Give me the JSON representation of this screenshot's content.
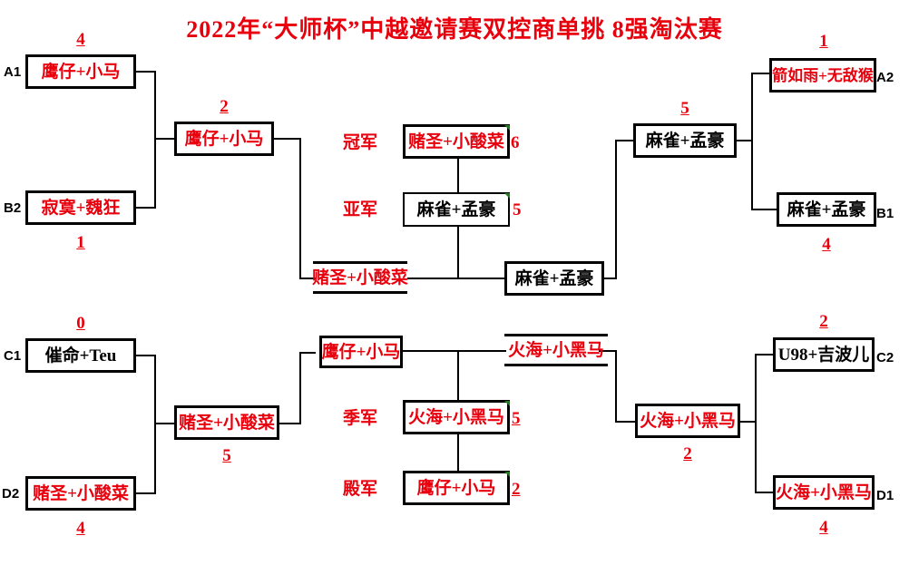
{
  "title": "2022年“大师杯”中越邀请赛双控商单挑  8强淘汰赛",
  "colors": {
    "red": "#e8000d",
    "black": "#000000",
    "green_tick": "#1f7a1f",
    "background": "#ffffff"
  },
  "ranks": {
    "champion": "冠军",
    "runner_up": "亚军",
    "third": "季军",
    "fourth": "殿军"
  },
  "left_bracket": {
    "round1": [
      {
        "seed": "A1",
        "team": "鹰仔+小马",
        "score": "4"
      },
      {
        "seed": "B2",
        "team": "寂寞+魏狂",
        "score": "1"
      },
      {
        "seed": "C1",
        "team": "催命+Teu",
        "score": "0"
      },
      {
        "seed": "D2",
        "team": "赌圣+小酸菜",
        "score": "4"
      }
    ],
    "round2": [
      {
        "team": "鹰仔+小马",
        "score": "2"
      },
      {
        "team": "赌圣+小酸菜",
        "score": "5"
      }
    ],
    "semifinal": [
      {
        "team": "赌圣+小酸菜"
      },
      {
        "team": "鹰仔+小马"
      }
    ]
  },
  "right_bracket": {
    "round1": [
      {
        "seed": "A2",
        "team": "箭如雨+无敌猴",
        "score": "1"
      },
      {
        "seed": "B1",
        "team": "麻雀+孟豪",
        "score": "4"
      },
      {
        "seed": "C2",
        "team": "U98+吉波儿",
        "score": "2"
      },
      {
        "seed": "D1",
        "team": "火海+小黑马",
        "score": "4"
      }
    ],
    "round2": [
      {
        "team": "麻雀+孟豪",
        "score": "5"
      },
      {
        "team": "火海+小黑马",
        "score": "2"
      }
    ],
    "semifinal": [
      {
        "team": "麻雀+孟豪"
      },
      {
        "team": "火海+小黑马"
      }
    ]
  },
  "results": [
    {
      "rank": "冠军",
      "team": "赌圣+小酸菜",
      "score": "6"
    },
    {
      "rank": "亚军",
      "team": "麻雀+孟豪",
      "score": "5"
    },
    {
      "rank": "季军",
      "team": "火海+小黑马",
      "score": "5"
    },
    {
      "rank": "殿军",
      "team": "鹰仔+小马",
      "score": "2"
    }
  ]
}
